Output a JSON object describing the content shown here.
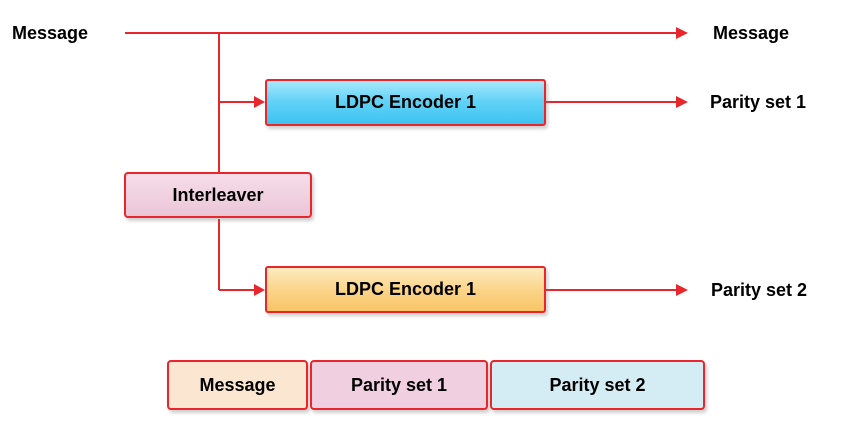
{
  "labels": {
    "message_in": "Message",
    "message_out": "Message",
    "parity_out_1": "Parity set 1",
    "parity_out_2": "Parity set 2"
  },
  "blocks": {
    "encoder_top": "LDPC Encoder 1",
    "encoder_bottom": "LDPC Encoder 1",
    "interleaver": "Interleaver"
  },
  "codeword": {
    "segments": [
      "Message",
      "Parity set 1",
      "Parity set 2"
    ]
  },
  "colors": {
    "line": "#e8262b",
    "encoder_top_fill": "#4ccaf3",
    "encoder_bottom_fill": "#fbd27e",
    "interleaver_fill": "#efcde0",
    "segment_message_fill": "#fbe6d2",
    "segment_parity1_fill": "#efcfe0",
    "segment_parity2_fill": "#d4ecf3"
  }
}
